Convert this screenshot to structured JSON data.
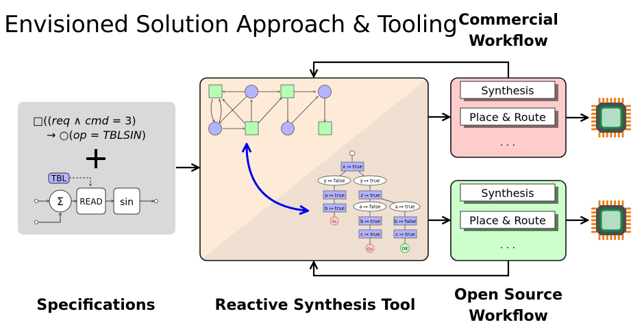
{
  "slide": {
    "title": "Envisioned Solution Approach & Tooling"
  },
  "labels": {
    "specifications": "Specifications",
    "reactive_tool": "Reactive Synthesis Tool",
    "commercial_line1": "Commercial",
    "commercial_line2": "Workflow",
    "opensource_line1": "Open Source",
    "opensource_line2": "Workflow"
  },
  "spec": {
    "formula_line1_box": "□",
    "formula_line1_pre": "((",
    "formula_line1_req": "req",
    "formula_line1_and": " ∧ ",
    "formula_line1_cmd": "cmd",
    "formula_line1_post": " = 3)",
    "formula_line2_arrow": "→ ○(",
    "formula_line2_op": "op",
    "formula_line2_eq": " = ",
    "formula_line2_val": "TBLSIN",
    "formula_line2_close": ")",
    "plus": "+",
    "tbl_label": "TBL",
    "sum_symbol": "Σ",
    "read_label": "READ",
    "sin_label": "sin"
  },
  "tree": {
    "root": "x ↦ true",
    "left_branch": "y ↦ false",
    "left_a": "a ↦ true",
    "left_b": "b ↦ true",
    "left_leaf": "c₆",
    "right_branch": "y ↦ true",
    "right_z": "z ↦ true",
    "rl_branch": "a ↦ false",
    "rl_b": "b ↦ true",
    "rl_c": "c ↦ true",
    "rl_leaf": "c₁₁",
    "rr_branch": "a ↦ true",
    "rr_b": "b ↦ false",
    "rr_c": "c ↦ true",
    "rr_leaf": "OK"
  },
  "workflows": {
    "commercial": {
      "steps": [
        "Synthesis",
        "Place & Route"
      ],
      "more": ". . .",
      "color": "#ffcccc"
    },
    "opensource": {
      "steps": [
        "Synthesis",
        "Place & Route"
      ],
      "more": ". . .",
      "color": "#ccffcc"
    }
  },
  "colors": {
    "spec_bg": "#d9d9d9",
    "tool_bg": "#fdebd8",
    "tool_bg_shade": "#efdfd0",
    "game_square": "#b3ffb3",
    "game_circle": "#b3b3ff",
    "blue_arrow": "#0000ee",
    "chip_body": "#4d4d4d",
    "chip_pins": "#f07f17",
    "chip_die_border": "#109040",
    "chip_die": "#b5dcc6"
  }
}
